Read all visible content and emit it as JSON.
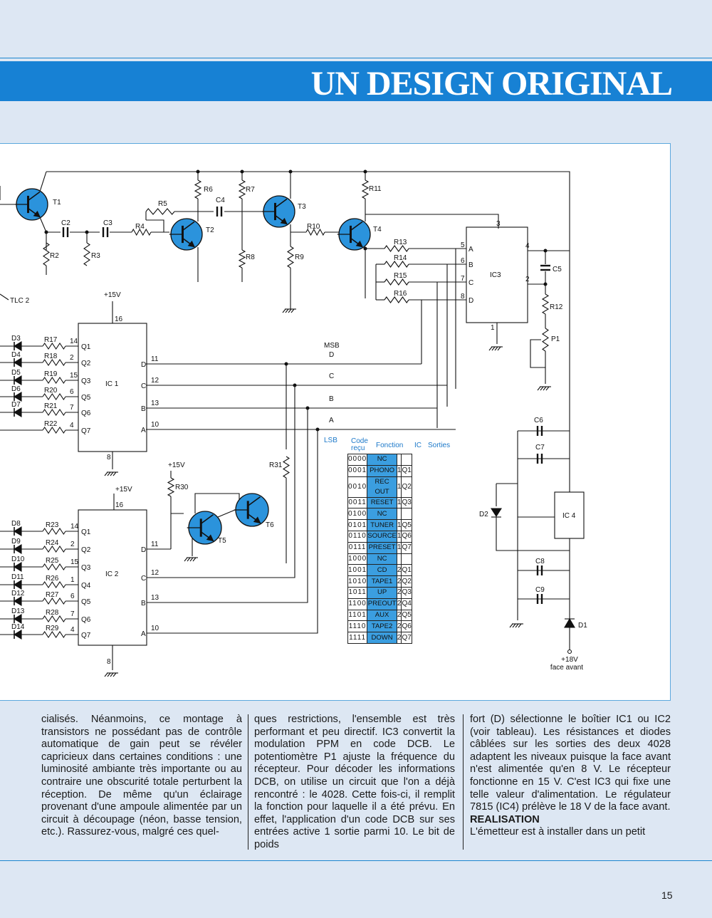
{
  "header": {
    "title": "UN DESIGN ORIGINAL"
  },
  "schematic": {
    "labels": {
      "t1": "T1",
      "t2": "T2",
      "t3": "T3",
      "t4": "T4",
      "t5": "T5",
      "t6": "T6",
      "c2": "C2",
      "c3": "C3",
      "c4": "C4",
      "c5": "C5",
      "c6": "C6",
      "c7": "C7",
      "c8": "C8",
      "c9": "C9",
      "r2": "R2",
      "r3": "R3",
      "r4": "R4",
      "r5": "R5",
      "r6": "R6",
      "r7": "R7",
      "r8": "R8",
      "r9": "R9",
      "r10": "R10",
      "r11": "R11",
      "r12": "R12",
      "r13": "R13",
      "r14": "R14",
      "r15": "R15",
      "r16": "R16",
      "r30": "R30",
      "r31": "R31",
      "p1": "P1",
      "tlc2": "TLC 2",
      "v15a": "+15V",
      "v15b": "+15V",
      "v15c": "+15V",
      "ic1": "IC 1",
      "ic2": "IC 2",
      "ic3": "IC3",
      "ic4": "IC 4",
      "d1": "D1",
      "d2": "D2",
      "msb": "MSB",
      "lsb": "LSB",
      "bit_d": "D",
      "bit_c": "C",
      "bit_b": "B",
      "bit_a": "A",
      "v18": "+18V",
      "face_avant": "face avant"
    },
    "ic1_left": [
      {
        "diode": "D3",
        "res": "R17",
        "pin": "14",
        "q": "Q1"
      },
      {
        "diode": "D4",
        "res": "R18",
        "pin": "2",
        "q": "Q2"
      },
      {
        "diode": "D5",
        "res": "R19",
        "pin": "15",
        "q": "Q3"
      },
      {
        "diode": "D6",
        "res": "R20",
        "pin": "6",
        "q": "Q5"
      },
      {
        "diode": "D7",
        "res": "R21",
        "pin": "7",
        "q": "Q6"
      },
      {
        "diode": "",
        "res": "R22",
        "pin": "4",
        "q": "Q7"
      }
    ],
    "ic1_right": [
      {
        "pin": "11",
        "io": "D"
      },
      {
        "pin": "12",
        "io": "C"
      },
      {
        "pin": "13",
        "io": "B"
      },
      {
        "pin": "10",
        "io": "A"
      }
    ],
    "ic1_top_pin": "16",
    "ic1_bottom_pin": "8",
    "ic2_left": [
      {
        "diode": "D8",
        "res": "R23",
        "pin": "14",
        "q": "Q1"
      },
      {
        "diode": "D9",
        "res": "R24",
        "pin": "2",
        "q": "Q2"
      },
      {
        "diode": "D10",
        "res": "R25",
        "pin": "15",
        "q": "Q3"
      },
      {
        "diode": "D11",
        "res": "R26",
        "pin": "1",
        "q": "Q4"
      },
      {
        "diode": "D12",
        "res": "R27",
        "pin": "6",
        "q": "Q5"
      },
      {
        "diode": "D13",
        "res": "R28",
        "pin": "7",
        "q": "Q6"
      },
      {
        "diode": "D14",
        "res": "R29",
        "pin": "4",
        "q": "Q7"
      }
    ],
    "ic2_right": [
      {
        "pin": "11",
        "io": "D"
      },
      {
        "pin": "12",
        "io": "C"
      },
      {
        "pin": "13",
        "io": "B"
      },
      {
        "pin": "10",
        "io": "A"
      }
    ],
    "ic2_top_pin": "16",
    "ic2_bottom_pin": "8",
    "ic3_left": [
      {
        "pin": "5",
        "io": "A"
      },
      {
        "pin": "6",
        "io": "B"
      },
      {
        "pin": "7",
        "io": "C"
      },
      {
        "pin": "8",
        "io": "D"
      }
    ],
    "ic3_pins": {
      "top": "3",
      "out": "4",
      "mid": "2",
      "bottom": "1"
    }
  },
  "code_table": {
    "headers": {
      "code": "Code",
      "code2": "reçu",
      "fonction": "Fonction",
      "ic": "IC",
      "sorties": "Sorties"
    },
    "rows": [
      {
        "code": "0000",
        "fonction": "NC",
        "ic": "",
        "sortie": ""
      },
      {
        "code": "0001",
        "fonction": "PHONO",
        "ic": "1",
        "sortie": "Q1"
      },
      {
        "code": "0010",
        "fonction": "REC OUT",
        "ic": "1",
        "sortie": "Q2"
      },
      {
        "code": "0011",
        "fonction": "RESET",
        "ic": "1",
        "sortie": "Q3"
      },
      {
        "code": "0100",
        "fonction": "NC",
        "ic": "",
        "sortie": ""
      },
      {
        "code": "0101",
        "fonction": "TUNER",
        "ic": "1",
        "sortie": "Q5"
      },
      {
        "code": "0110",
        "fonction": "SOURCE",
        "ic": "1",
        "sortie": "Q6"
      },
      {
        "code": "0111",
        "fonction": "PRESET",
        "ic": "1",
        "sortie": "Q7"
      },
      {
        "code": "1000",
        "fonction": "NC",
        "ic": "",
        "sortie": ""
      },
      {
        "code": "1001",
        "fonction": "CD",
        "ic": "2",
        "sortie": "Q1"
      },
      {
        "code": "1010",
        "fonction": "TAPE1",
        "ic": "2",
        "sortie": "Q2"
      },
      {
        "code": "1011",
        "fonction": "UP",
        "ic": "2",
        "sortie": "Q3"
      },
      {
        "code": "1100",
        "fonction": "PREOUT",
        "ic": "2",
        "sortie": "Q4"
      },
      {
        "code": "1101",
        "fonction": "AUX",
        "ic": "2",
        "sortie": "Q5"
      },
      {
        "code": "1110",
        "fonction": "TAPE2",
        "ic": "2",
        "sortie": "Q6"
      },
      {
        "code": "1111",
        "fonction": "DOWN",
        "ic": "2",
        "sortie": "Q7"
      }
    ]
  },
  "body": {
    "col1": "cialisés. Néanmoins, ce montage à transistors ne possédant pas de contrôle automatique de gain peut se révéler capricieux dans certaines conditions : une luminosité ambiante très importante ou au contraire une obscurité totale perturbent la réception. De même qu'un éclairage provenant d'une ampoule alimentée par un circuit à découpage (néon, basse tension, etc.). Rassurez-vous, malgré ces quel-",
    "col2": "ques restrictions, l'ensemble est très performant et peu directif. IC3 convertit la modulation PPM en code DCB. Le potentiomètre P1 ajuste la fréquence du récepteur. Pour décoder les informations DCB, on utilise un circuit que l'on a déjà rencontré : le 4028. Cette fois-ci, il remplit la fonction pour laquelle il a été prévu. En effet, l'application d'un code DCB sur ses entrées active 1 sortie parmi 10. Le bit de poids",
    "col3": "fort (D) sélectionne le boîtier IC1 ou IC2 (voir tableau). Les résistances et diodes câblées sur les sorties des deux 4028 adaptent les niveaux puisque la face avant n'est alimentée qu'en 8 V. Le récepteur fonctionne en 15 V. C'est IC3 qui fixe une telle valeur d'alimentation. Le régulateur 7815 (IC4) prélève le 18 V de la face avant.",
    "heading": "REALISATION",
    "col3_end": "L'émetteur est à installer dans un petit"
  },
  "footer": {
    "page_number": "15"
  },
  "colors": {
    "band": "#1781d4",
    "page": "#dde7f3",
    "table_fill": "#3b9ee0"
  }
}
